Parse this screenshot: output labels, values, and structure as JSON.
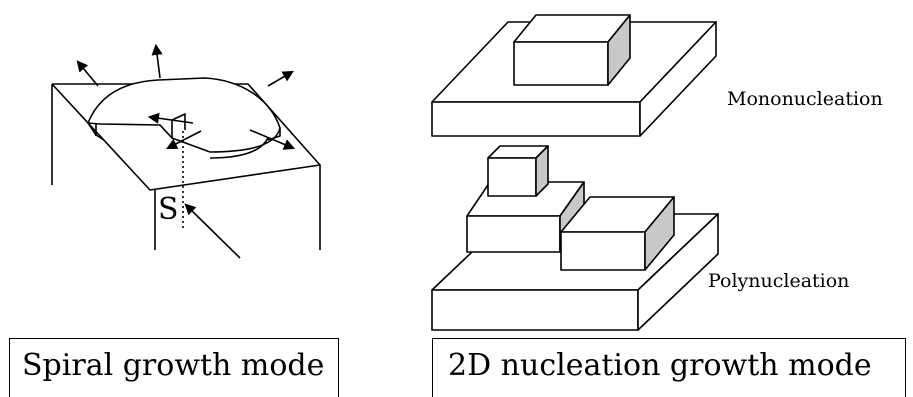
{
  "spiral": {
    "screw_label": "S",
    "caption": "Spiral growth mode"
  },
  "nucleation": {
    "mono_label": "Mononucleation",
    "poly_label": "Polynucleation",
    "caption": "2D nucleation growth mode"
  },
  "colors": {
    "stroke": "#000000",
    "face": "#ffffff",
    "shade": "#c8c8c8"
  }
}
